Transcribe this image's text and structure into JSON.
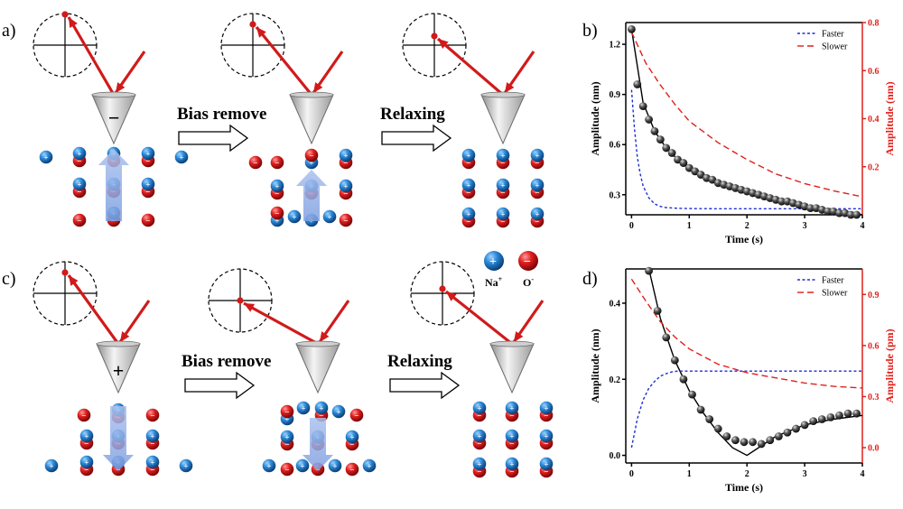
{
  "panel_labels": {
    "a": "a)",
    "b": "b)",
    "c": "c)",
    "d": "d)"
  },
  "arrow_labels": {
    "bias_remove": "Bias remove",
    "relaxing": "Relaxing"
  },
  "tip_signs": {
    "negative": "−",
    "positive": "+"
  },
  "ion_legend": {
    "na": "Na",
    "na_sup": "+",
    "o": "O",
    "o_sup": "-",
    "plus": "+",
    "minus": "−"
  },
  "colors": {
    "cation": "#1f77b4",
    "anion": "#d11a1a",
    "laser": "#d11a1a",
    "faster": "#1f2fd0",
    "slower": "#e0201b",
    "fit": "#000000"
  },
  "chart_data": [
    {
      "id": "b",
      "type": "line",
      "xlabel": "Time (s)",
      "ylabel_left": "Amplitude (nm)",
      "ylabel_right": "Amplitude (nm)",
      "xlim": [
        -0.1,
        4.0
      ],
      "xticks": [
        "0",
        "1",
        "2",
        "3",
        "4"
      ],
      "ylim_left": [
        0.18,
        1.33
      ],
      "yticks_left": [
        "0.3",
        "0.6",
        "0.9",
        "1.2"
      ],
      "ylim_right": [
        0.0,
        0.8
      ],
      "yticks_right": [
        "0.2",
        "0.4",
        "0.6",
        "0.8"
      ],
      "legend": [
        "Faster",
        "Slower"
      ],
      "scatter": {
        "x": [
          0,
          0.1,
          0.2,
          0.3,
          0.4,
          0.5,
          0.6,
          0.7,
          0.8,
          0.9,
          1.0,
          1.1,
          1.2,
          1.3,
          1.4,
          1.5,
          1.6,
          1.7,
          1.8,
          1.9,
          2.0,
          2.1,
          2.2,
          2.3,
          2.4,
          2.5,
          2.6,
          2.7,
          2.8,
          2.9,
          3.0,
          3.1,
          3.2,
          3.3,
          3.4,
          3.5,
          3.6,
          3.7,
          3.8,
          3.9
        ],
        "y": [
          1.29,
          0.96,
          0.83,
          0.75,
          0.68,
          0.63,
          0.58,
          0.55,
          0.51,
          0.49,
          0.46,
          0.44,
          0.42,
          0.4,
          0.39,
          0.37,
          0.36,
          0.35,
          0.34,
          0.33,
          0.32,
          0.31,
          0.3,
          0.29,
          0.28,
          0.27,
          0.26,
          0.26,
          0.25,
          0.24,
          0.23,
          0.22,
          0.22,
          0.21,
          0.2,
          0.2,
          0.19,
          0.19,
          0.18,
          0.18
        ]
      },
      "series": [
        {
          "axis": "left",
          "style": "fit",
          "x": [
            0,
            0.2,
            0.4,
            0.6,
            0.8,
            1.0,
            1.25,
            1.5,
            1.75,
            2.0,
            2.5,
            3.0,
            3.5,
            4.0
          ],
          "y": [
            1.29,
            0.85,
            0.68,
            0.58,
            0.51,
            0.46,
            0.42,
            0.37,
            0.34,
            0.32,
            0.27,
            0.23,
            0.2,
            0.18
          ]
        },
        {
          "name": "Faster",
          "axis": "right",
          "style": "dash-short",
          "x": [
            0,
            0.05,
            0.1,
            0.15,
            0.2,
            0.3,
            0.4,
            0.5,
            0.6,
            0.8,
            1.0,
            1.5,
            2.0,
            3.0,
            4.0
          ],
          "y": [
            0.52,
            0.36,
            0.24,
            0.17,
            0.12,
            0.07,
            0.045,
            0.035,
            0.03,
            0.027,
            0.026,
            0.025,
            0.025,
            0.025,
            0.025
          ]
        },
        {
          "name": "Slower",
          "axis": "right",
          "style": "dash-long",
          "x": [
            0,
            0.25,
            0.5,
            0.75,
            1.0,
            1.5,
            2.0,
            2.5,
            3.0,
            3.5,
            4.0
          ],
          "y": [
            0.76,
            0.63,
            0.54,
            0.46,
            0.39,
            0.3,
            0.23,
            0.17,
            0.13,
            0.1,
            0.075
          ]
        }
      ]
    },
    {
      "id": "d",
      "type": "line",
      "xlabel": "Time (s)",
      "ylabel_left": "Amplitude (nm)",
      "ylabel_right": "Amplitude (pm)",
      "xlim": [
        -0.1,
        4.0
      ],
      "xticks": [
        "0",
        "1",
        "2",
        "3",
        "4"
      ],
      "ylim_left": [
        -0.02,
        0.49
      ],
      "yticks_left": [
        "0.0",
        "0.2",
        "0.4"
      ],
      "ylim_right": [
        -0.09,
        1.05
      ],
      "yticks_right": [
        "0.0",
        "0.3",
        "0.6",
        "0.9"
      ],
      "legend": [
        "Faster",
        "Slower"
      ],
      "scatter": {
        "x": [
          0.3,
          0.45,
          0.6,
          0.75,
          0.9,
          1.05,
          1.2,
          1.35,
          1.5,
          1.65,
          1.8,
          1.95,
          2.1,
          2.25,
          2.4,
          2.55,
          2.7,
          2.85,
          3.0,
          3.15,
          3.3,
          3.45,
          3.6,
          3.75,
          3.9
        ],
        "y": [
          0.485,
          0.38,
          0.31,
          0.25,
          0.2,
          0.16,
          0.12,
          0.095,
          0.07,
          0.05,
          0.04,
          0.035,
          0.035,
          0.03,
          0.04,
          0.05,
          0.06,
          0.07,
          0.08,
          0.09,
          0.095,
          0.1,
          0.105,
          0.11,
          0.11
        ]
      },
      "series": [
        {
          "axis": "left",
          "style": "fit",
          "x": [
            0.3,
            0.5,
            0.75,
            1.0,
            1.25,
            1.5,
            1.75,
            2.0,
            2.25,
            2.5,
            3.0,
            3.5,
            4.0
          ],
          "y": [
            0.49,
            0.36,
            0.25,
            0.17,
            0.11,
            0.06,
            0.02,
            0.0,
            0.025,
            0.05,
            0.08,
            0.095,
            0.105
          ]
        },
        {
          "name": "Faster",
          "axis": "right",
          "style": "dash-short",
          "x": [
            0,
            0.1,
            0.2,
            0.3,
            0.4,
            0.5,
            0.6,
            0.7,
            0.8,
            1.0,
            1.5,
            2.0,
            3.0,
            4.0
          ],
          "y": [
            0.0,
            0.17,
            0.28,
            0.35,
            0.39,
            0.42,
            0.435,
            0.445,
            0.45,
            0.45,
            0.45,
            0.45,
            0.45,
            0.45
          ]
        },
        {
          "name": "Slower",
          "axis": "right",
          "style": "dash-long",
          "x": [
            0,
            0.25,
            0.5,
            0.75,
            1.0,
            1.5,
            2.0,
            2.5,
            3.0,
            3.5,
            4.0
          ],
          "y": [
            0.99,
            0.86,
            0.74,
            0.65,
            0.58,
            0.49,
            0.44,
            0.41,
            0.38,
            0.36,
            0.35
          ]
        }
      ]
    }
  ]
}
